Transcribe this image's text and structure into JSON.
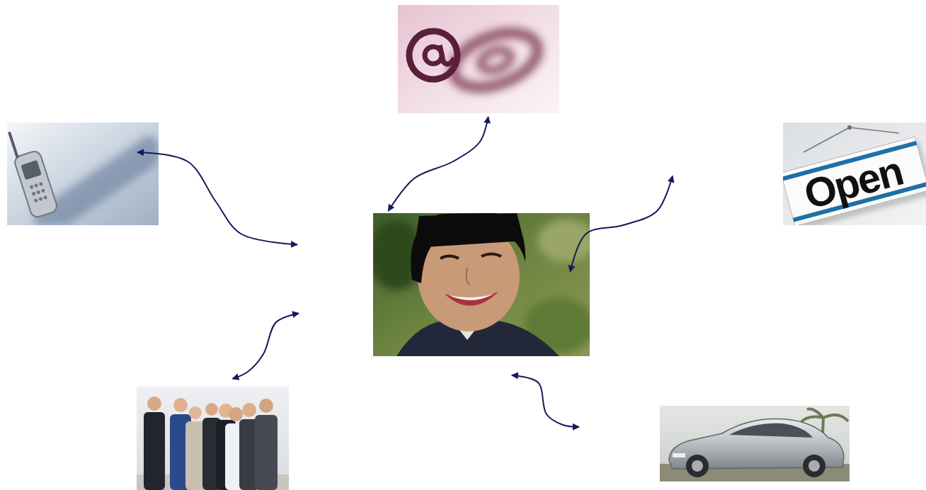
{
  "diagram": {
    "nodes": [
      {
        "text": []
      },
      {
        "text": []
      },
      {
        "text": []
      },
      {
        "text": []
      },
      {
        "text": []
      },
      {
        "text": []
      }
    ],
    "edges": [
      {
        "from": 3,
        "to": 0,
        "arrow": "both"
      },
      {
        "from": 3,
        "to": 1,
        "arrow": "both"
      },
      {
        "from": 3,
        "to": 2,
        "arrow": "both"
      },
      {
        "from": 3,
        "to": 4,
        "arrow": "both"
      },
      {
        "from": 3,
        "to": 5,
        "arrow": "both"
      }
    ],
    "labels": [
      "Open"
    ]
  }
}
